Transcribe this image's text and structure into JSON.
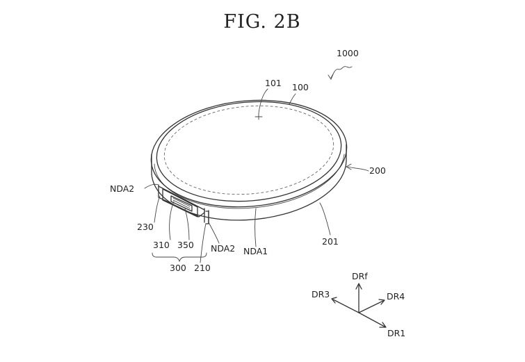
{
  "figure": {
    "title": "FIG. 2B",
    "labels": {
      "device": "1000",
      "display_panel": "100",
      "display_area": "101",
      "frame": "200",
      "frame_side": "201",
      "part_210": "210",
      "part_230": "230",
      "non_display_area_1": "NDA1",
      "non_display_area_2_left": "NDA2",
      "non_display_area_2_bottom": "NDA2",
      "module": "300",
      "module_part_310": "310",
      "module_part_350": "350"
    },
    "directions": {
      "up": "DRf",
      "front_left": "DR3",
      "back_right": "DR4",
      "down_right": "DR1"
    }
  }
}
